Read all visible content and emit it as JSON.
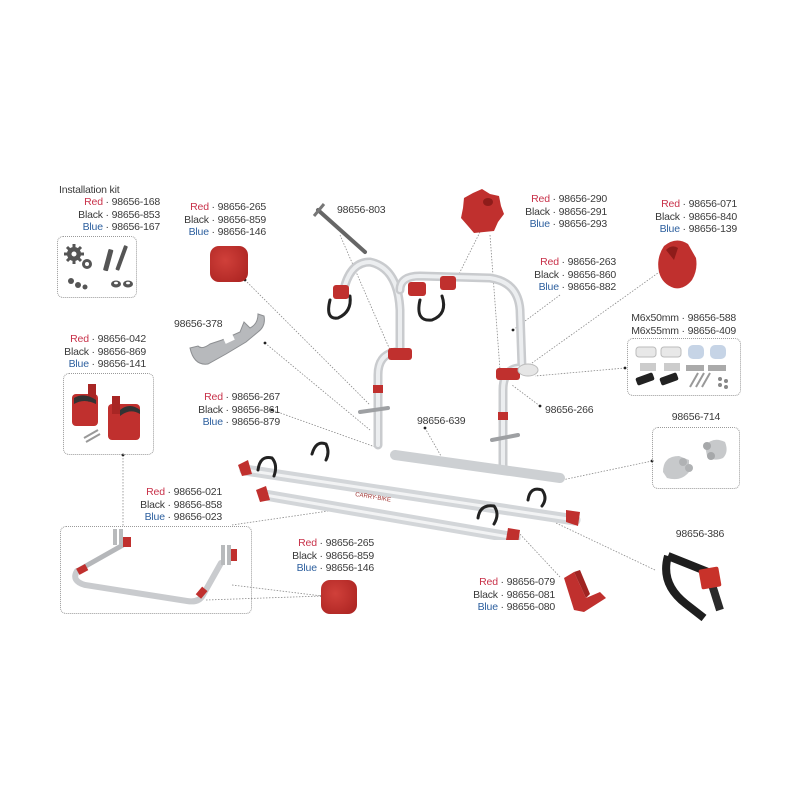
{
  "diagram": {
    "title": "Carry-Bike exploded parts diagram",
    "colors": {
      "red_label": "#c8324a",
      "blue_label": "#2c5f9e",
      "text": "#3a3a3a",
      "part_red": "#c0302e",
      "aluminium": "#d9dcdf",
      "leader": "#8a8a8a"
    },
    "callouts": [
      {
        "id": "installation-kit",
        "heading": "Installation kit",
        "variants": [
          {
            "color": "Red",
            "sep": " · ",
            "code": "98656-168"
          },
          {
            "color": "Black",
            "sep": " · ",
            "code": "98656-853"
          },
          {
            "color": "Blue",
            "sep": " · ",
            "code": "98656-167"
          }
        ]
      },
      {
        "id": "end-cap-top",
        "variants": [
          {
            "color": "Red",
            "sep": " · ",
            "code": "98656-265"
          },
          {
            "color": "Black",
            "sep": " · ",
            "code": "98656-859"
          },
          {
            "color": "Blue",
            "sep": " · ",
            "code": "98656-146"
          }
        ]
      },
      {
        "id": "bolt",
        "code": "98656-803"
      },
      {
        "id": "top-knob",
        "variants": [
          {
            "color": "Red",
            "sep": " · ",
            "code": "98656-290"
          },
          {
            "color": "Black",
            "sep": " · ",
            "code": "98656-291"
          },
          {
            "color": "Blue",
            "sep": " · ",
            "code": "98656-293"
          }
        ]
      },
      {
        "id": "frame-clamp",
        "variants": [
          {
            "color": "Red",
            "sep": " · ",
            "code": "98656-263"
          },
          {
            "color": "Black",
            "sep": " · ",
            "code": "98656-860"
          },
          {
            "color": "Blue",
            "sep": " · ",
            "code": "98656-882"
          }
        ]
      },
      {
        "id": "side-knob",
        "variants": [
          {
            "color": "Red",
            "sep": " · ",
            "code": "98656-071"
          },
          {
            "color": "Black",
            "sep": " · ",
            "code": "98656-840"
          },
          {
            "color": "Blue",
            "sep": " · ",
            "code": "98656-139"
          }
        ]
      },
      {
        "id": "fork-bracket",
        "code": "98656-378"
      },
      {
        "id": "mounting-kit",
        "lines": [
          {
            "size": "M6x50mm",
            "sep": " · ",
            "code": "98656-588"
          },
          {
            "size": "M6x55mm",
            "sep": " · ",
            "code": "98656-409"
          }
        ]
      },
      {
        "id": "rail-holder",
        "variants": [
          {
            "color": "Red",
            "sep": " · ",
            "code": "98656-042"
          },
          {
            "color": "Black",
            "sep": " · ",
            "code": "98656-869"
          },
          {
            "color": "Blue",
            "sep": " · ",
            "code": "98656-141"
          }
        ]
      },
      {
        "id": "lower-clamp",
        "variants": [
          {
            "color": "Red",
            "sep": " · ",
            "code": "98656-267"
          },
          {
            "color": "Black",
            "sep": " · ",
            "code": "98656-861"
          },
          {
            "color": "Blue",
            "sep": " · ",
            "code": "98656-879"
          }
        ]
      },
      {
        "id": "frame-tube",
        "code": "98656-266"
      },
      {
        "id": "cross-tube",
        "code": "98656-639"
      },
      {
        "id": "tube-end-caps",
        "code": "98656-714"
      },
      {
        "id": "bottom-frame",
        "variants": [
          {
            "color": "Red",
            "sep": " · ",
            "code": "98656-021"
          },
          {
            "color": "Black",
            "sep": " · ",
            "code": "98656-858"
          },
          {
            "color": "Blue",
            "sep": " · ",
            "code": "98656-023"
          }
        ]
      },
      {
        "id": "end-cap-bottom",
        "variants": [
          {
            "color": "Red",
            "sep": " · ",
            "code": "98656-265"
          },
          {
            "color": "Black",
            "sep": " · ",
            "code": "98656-859"
          },
          {
            "color": "Blue",
            "sep": " · ",
            "code": "98656-146"
          }
        ]
      },
      {
        "id": "rail-end-stopper",
        "variants": [
          {
            "color": "Red",
            "sep": " · ",
            "code": "98656-079"
          },
          {
            "color": "Black",
            "sep": " · ",
            "code": "98656-081"
          },
          {
            "color": "Blue",
            "sep": " · ",
            "code": "98656-080"
          }
        ]
      },
      {
        "id": "wheel-strap",
        "code": "98656-386"
      }
    ],
    "rail_sticker_text": "CARRY-BIKE"
  }
}
